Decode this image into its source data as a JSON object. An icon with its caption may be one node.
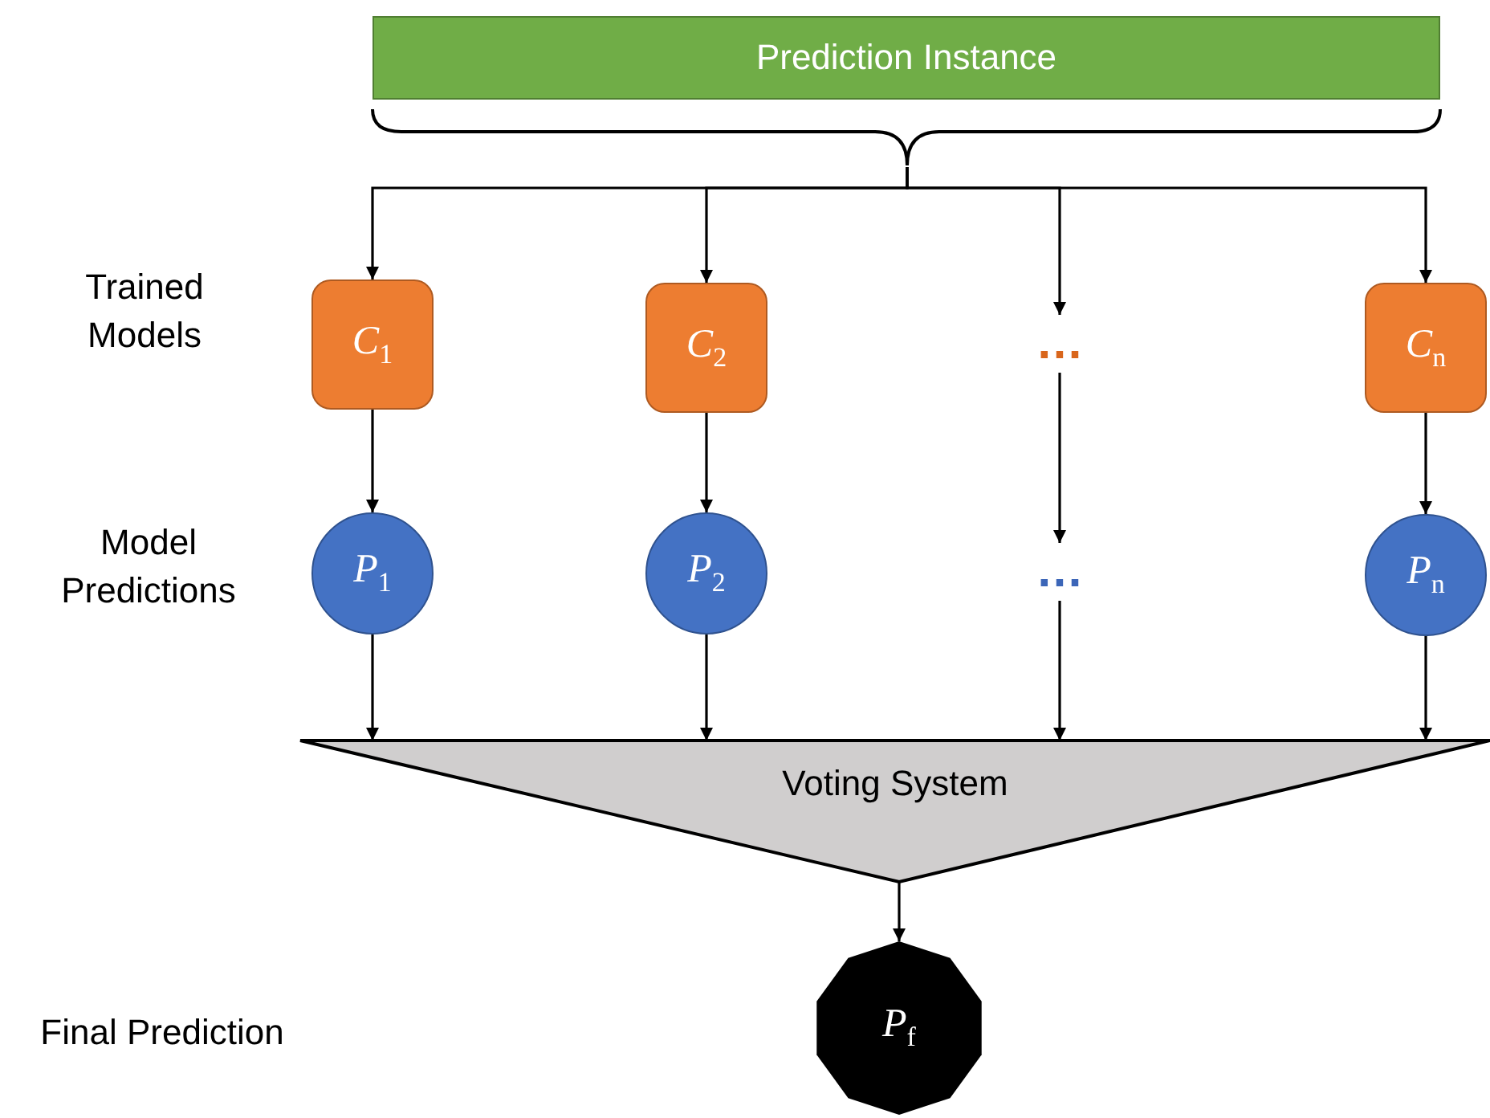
{
  "diagram": {
    "nodes": [
      {
        "text": [
          "Prediction Instance"
        ]
      },
      {
        "text": [
          "*C*$_{1}$"
        ]
      },
      {
        "text": [
          "*C*$_{2}$"
        ]
      },
      {
        "text": [
          "…"
        ]
      },
      {
        "text": [
          "*C*$_{n}$"
        ]
      },
      {
        "text": [
          "*P*$_{1}$"
        ]
      },
      {
        "text": [
          "*P*$_{2}$"
        ]
      },
      {
        "text": [
          "…"
        ]
      },
      {
        "text": [
          "*P*$_{n}$"
        ]
      },
      {
        "text": [
          "Voting System"
        ]
      },
      {
        "text": [
          "*P*$_{f}$"
        ]
      }
    ],
    "edges": [
      {
        "from": 0,
        "to": 1,
        "arrow": "to"
      },
      {
        "from": 0,
        "to": 2,
        "arrow": "to"
      },
      {
        "from": 0,
        "to": 3,
        "arrow": "to"
      },
      {
        "from": 0,
        "to": 4,
        "arrow": "to"
      },
      {
        "from": 1,
        "to": 5,
        "arrow": "to"
      },
      {
        "from": 2,
        "to": 6,
        "arrow": "to"
      },
      {
        "from": 3,
        "to": 7,
        "arrow": "to"
      },
      {
        "from": 4,
        "to": 8,
        "arrow": "to"
      },
      {
        "from": 5,
        "to": 9,
        "arrow": "to"
      },
      {
        "from": 6,
        "to": 9,
        "arrow": "to"
      },
      {
        "from": 7,
        "to": 9,
        "arrow": "to"
      },
      {
        "from": 8,
        "to": 9,
        "arrow": "to"
      },
      {
        "from": 9,
        "to": 10,
        "arrow": "to"
      }
    ],
    "labels": [
      "Trained Models",
      "Model Predictions",
      "Final Prediction"
    ]
  }
}
